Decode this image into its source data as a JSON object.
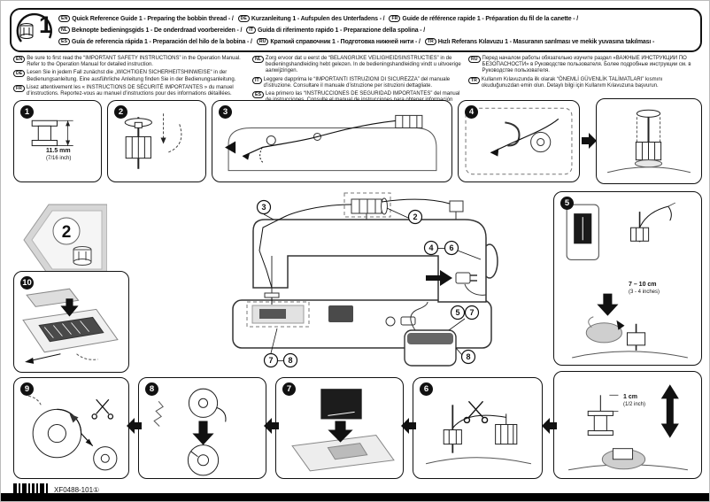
{
  "page": {
    "part_label": "1",
    "section_label": "2"
  },
  "header": {
    "lines": [
      {
        "segments": [
          {
            "lang": "EN",
            "text": "Quick Reference Guide 1 - Preparing the bobbin thread - /"
          },
          {
            "lang": "DE",
            "text": "Kurzanleitung 1 - Aufspulen des Unterfadens - /"
          },
          {
            "lang": "FR",
            "text": "Guide de référence rapide 1 - Préparation du fil de la canette - /"
          }
        ]
      },
      {
        "segments": [
          {
            "lang": "NL",
            "text": "Beknopte bedieningsgids 1 - De onderdraad voorbereiden - /"
          },
          {
            "lang": "IT",
            "text": "Guida di riferimento rapido 1 - Preparazione della spolina - /"
          }
        ]
      },
      {
        "segments": [
          {
            "lang": "ES",
            "text": "Guía de referencia rápida 1 - Preparación del hilo de la bobina - /"
          },
          {
            "lang": "RU",
            "text": "Краткий справочник 1 - Подготовка нижней нити - /"
          },
          {
            "lang": "TR",
            "text": "Hızlı Referans Kılavuzu 1 - Masuranın sarılması ve mekik yuvasına takılması -"
          }
        ]
      }
    ]
  },
  "notes": {
    "columns": [
      {
        "entries": [
          {
            "lang": "EN",
            "text": "Be sure to first read the “IMPORTANT SAFETY INSTRUCTIONS” in the Operation Manual. Refer to the Operation Manual for detailed instruction."
          },
          {
            "lang": "DE",
            "text": "Lesen Sie in jedem Fall zunächst die „WICHTIGEN SICHERHEITSHINWEISE“ in der Bedienungsanleitung. Eine ausführliche Anleitung finden Sie in der Bedienungsanleitung."
          },
          {
            "lang": "FR",
            "text": "Lisez attentivement les « INSTRUCTIONS DE SÉCURITÉ IMPORTANTES » du manuel d’instructions. Reportez-vous au manuel d’instructions pour des informations détaillées."
          }
        ]
      },
      {
        "entries": [
          {
            "lang": "NL",
            "text": "Zorg ervoor dat u eerst de “BELANGRIJKE VEILIGHEIDSINSTRUCTIES” in de bedieningshandleiding hebt gelezen. In de bedieningshandleiding vindt u uitvoerige aanwijzingen."
          },
          {
            "lang": "IT",
            "text": "Leggere dapprima le “IMPORTANTI ISTRUZIONI DI SICUREZZA” del manuale d’istruzione. Consultare il manuale d’istruzione per istruzioni dettagliate."
          },
          {
            "lang": "ES",
            "text": "Lea primero las “INSTRUCCIONES DE SEGURIDAD IMPORTANTES” del manual de instrucciones. Consulte el manual de instrucciones para obtener información detallada."
          }
        ]
      },
      {
        "entries": [
          {
            "lang": "RU",
            "text": "Перед началом работы обязательно изучите раздел «ВАЖНЫЕ ИНСТРУКЦИИ ПО БЕЗОПАСНОСТИ» в Руководстве пользователя. Более подробные инструкции см. в Руководстве пользователя."
          },
          {
            "lang": "TR",
            "text": "Kullanım Kılavuzunda ilk olarak “ÖNEMLİ GÜVENLİK TALİMATLARI” kısmını okuduğunuzdan emin olun. Detaylı bilgi için Kullanım Kılavuzuna başvurun."
          }
        ]
      }
    ]
  },
  "steps": {
    "s1": {
      "number": "1",
      "dim": "11.5 mm",
      "dim2": "(7/16 inch)"
    },
    "s2": {
      "number": "2"
    },
    "s3": {
      "number": "3"
    },
    "s4": {
      "number": "4"
    },
    "s5": {
      "number": "5",
      "dim": "7 – 10 cm",
      "dim2": "(3 - 4 inches)"
    },
    "s6": {
      "number": "6"
    },
    "s7": {
      "number": "7"
    },
    "s8": {
      "number": "8"
    },
    "s9": {
      "number": "9"
    },
    "s10": {
      "number": "10"
    },
    "extra": {
      "dim": "1 cm",
      "dim2": "(1/2 inch)"
    }
  },
  "machine": {
    "callouts": {
      "c3": "3",
      "c2": "2",
      "c4": "4",
      "c6": "6",
      "c5": "5",
      "c7": "7",
      "c7b": "7",
      "c8": "8",
      "c8b": "8"
    },
    "dash": "—"
  },
  "footer": {
    "part_number": "XF0488-101①"
  }
}
